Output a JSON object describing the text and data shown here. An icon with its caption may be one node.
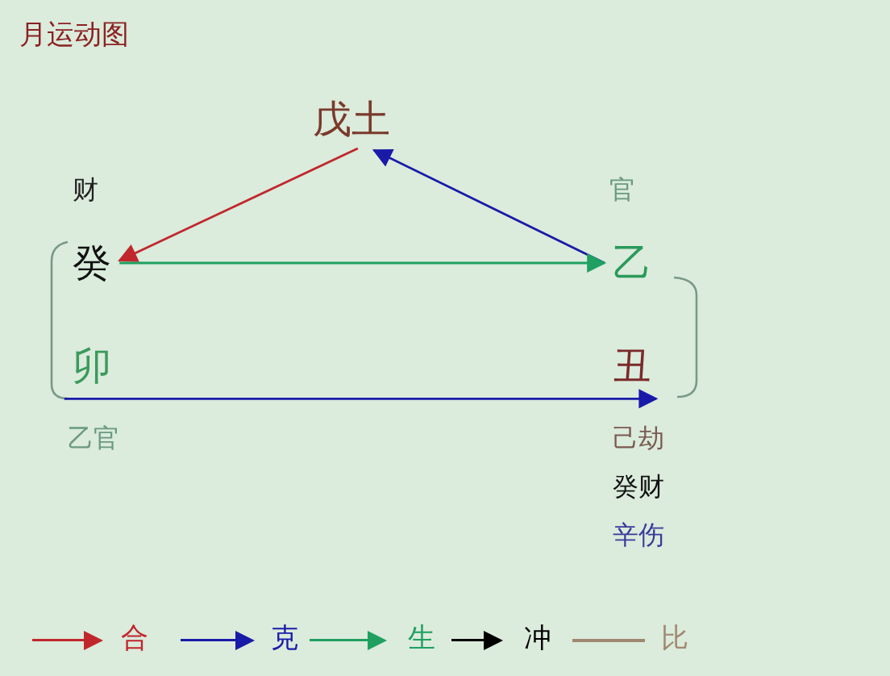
{
  "diagram": {
    "title": "月运动图",
    "nodes": [
      {
        "text": [
          "戊土"
        ]
      },
      {
        "text": [
          "癸"
        ],
        "beside": [
          "财"
        ]
      },
      {
        "text": [
          "乙"
        ],
        "beside": [
          "官"
        ]
      },
      {
        "text": [
          "卯"
        ],
        "beside": [
          "乙官"
        ]
      },
      {
        "text": [
          "丑"
        ],
        "beside": [
          "己劫",
          "癸财",
          "辛伤"
        ]
      }
    ],
    "edges": [
      {
        "from": 0,
        "to": 1,
        "arrow": "to",
        "color": "#c0272d"
      },
      {
        "from": 2,
        "to": 0,
        "arrow": "to",
        "color": "#1a1aa8"
      },
      {
        "from": 1,
        "to": 2,
        "arrow": "to",
        "color": "#1fa060"
      },
      {
        "from": 3,
        "to": 4,
        "arrow": "to",
        "color": "#1a1aa8"
      }
    ],
    "legend": [
      {
        "text": "合",
        "color": "#c0272d"
      },
      {
        "text": "克",
        "color": "#1a1aa8"
      },
      {
        "text": "生",
        "color": "#1fa060"
      },
      {
        "text": "冲",
        "color": "#000000"
      },
      {
        "text": "比",
        "color": "#a08870"
      }
    ]
  }
}
